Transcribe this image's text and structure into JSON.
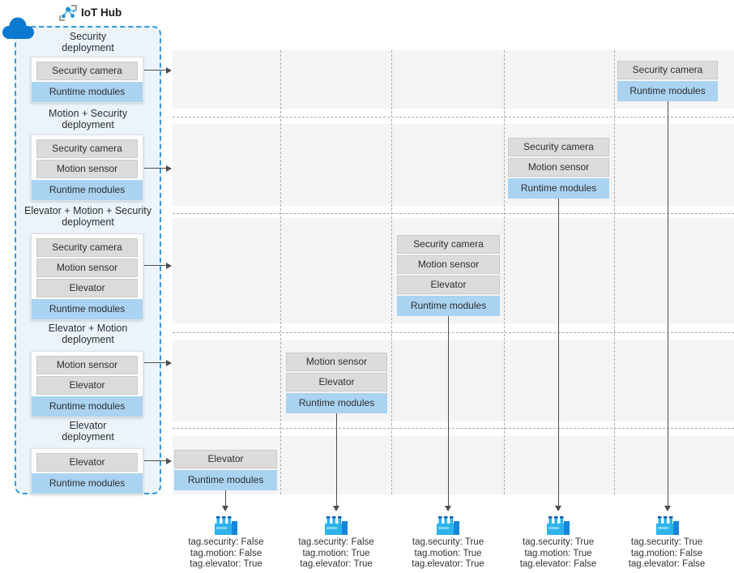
{
  "hub": {
    "label": "IoT Hub",
    "deployments": [
      {
        "name": "Security",
        "suffix": "deployment",
        "modules": [
          "Security camera"
        ],
        "runtime_label": "Runtime modules"
      },
      {
        "name": "Motion + Security",
        "suffix": "deployment",
        "modules": [
          "Security camera",
          "Motion sensor"
        ],
        "runtime_label": "Runtime modules"
      },
      {
        "name": "Elevator + Motion + Security",
        "suffix": "deployment",
        "modules": [
          "Security camera",
          "Motion sensor",
          "Elevator"
        ],
        "runtime_label": "Runtime modules"
      },
      {
        "name": "Elevator + Motion",
        "suffix": "deployment",
        "modules": [
          "Motion sensor",
          "Elevator"
        ],
        "runtime_label": "Runtime modules"
      },
      {
        "name": "Elevator",
        "suffix": "deployment",
        "modules": [
          "Elevator"
        ],
        "runtime_label": "Runtime modules"
      }
    ]
  },
  "devices": [
    {
      "modules": [
        "Elevator"
      ],
      "runtime_label": "Runtime modules",
      "tags": [
        "tag.security: False",
        "tag.motion: False",
        "tag.elevator: True"
      ]
    },
    {
      "modules": [
        "Motion sensor",
        "Elevator"
      ],
      "runtime_label": "Runtime modules",
      "tags": [
        "tag.security: False",
        "tag.motion: True",
        "tag.elevator: True"
      ]
    },
    {
      "modules": [
        "Security camera",
        "Motion sensor",
        "Elevator"
      ],
      "runtime_label": "Runtime modules",
      "tags": [
        "tag.security: True",
        "tag.motion: True",
        "tag.elevator: True"
      ]
    },
    {
      "modules": [
        "Security camera",
        "Motion sensor"
      ],
      "runtime_label": "Runtime modules",
      "tags": [
        "tag.security: True",
        "tag.motion: True",
        "tag.elevator: False"
      ]
    },
    {
      "modules": [
        "Security camera"
      ],
      "runtime_label": "Runtime modules",
      "tags": [
        "tag.security: True",
        "tag.motion: False",
        "tag.elevator: False"
      ]
    }
  ],
  "colors": {
    "panel_fill": "#ebf4fb",
    "panel_border": "#3598da",
    "cloud": "#0b79d0",
    "band_fill": "#f4f4f4",
    "grid_dash": "#ababab",
    "module_gray": "#dbdbdb",
    "runtime_blue": "#a9d3f1",
    "arrow": "#4d4d4d",
    "factory_cyan": "#2db3ea",
    "factory_blue": "#1585dc",
    "hub_icon_teal": "#1e93d6"
  }
}
